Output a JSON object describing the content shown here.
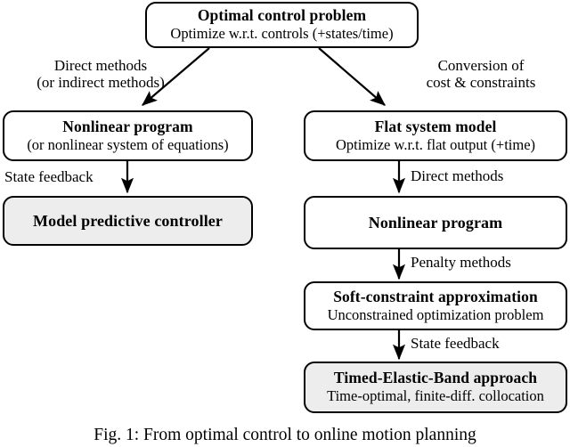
{
  "figure": {
    "caption": "Fig. 1: From optimal control to online motion planning",
    "fill_color": "#ededed",
    "line_color": "#000000",
    "background": "#ffffff"
  },
  "nodes": [
    {
      "id": "optimal-control-problem",
      "title": "Optimal control problem",
      "subtitle": "Optimize w.r.t. controls (+states/time)",
      "filled": false
    },
    {
      "id": "nonlinear-program-left",
      "title": "Nonlinear program",
      "subtitle": "(or nonlinear system of equations)",
      "filled": false
    },
    {
      "id": "model-predictive-controller",
      "title": "Model predictive controller",
      "subtitle": "",
      "filled": true
    },
    {
      "id": "flat-system-model",
      "title": "Flat system model",
      "subtitle": "Optimize w.r.t. flat output (+time)",
      "filled": false
    },
    {
      "id": "nonlinear-program-right",
      "title": "Nonlinear program",
      "subtitle": "",
      "filled": false
    },
    {
      "id": "soft-constraint-approximation",
      "title": "Soft-constraint approximation",
      "subtitle": "Unconstrained optimization problem",
      "filled": false
    },
    {
      "id": "timed-elastic-band-approach",
      "title": "Timed-Elastic-Band approach",
      "subtitle": "Time-optimal, finite-diff. collocation",
      "filled": true
    }
  ],
  "edge_labels": {
    "direct_methods_left_line1": "Direct methods",
    "direct_methods_left_line2": "(or indirect methods)",
    "conversion_line1": "Conversion of",
    "conversion_line2": "cost & constraints",
    "state_feedback_left": "State feedback",
    "direct_methods_right": "Direct methods",
    "penalty_methods": "Penalty methods",
    "state_feedback_right": "State feedback"
  }
}
